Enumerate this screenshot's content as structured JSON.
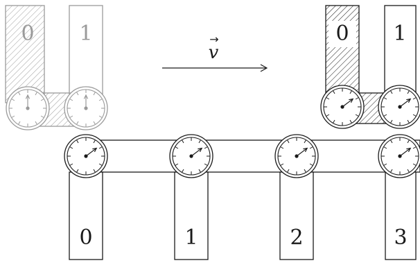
{
  "diagram": {
    "velocity_label": "v",
    "velocity_arrow": "→",
    "groups": {
      "faded_left": {
        "bars": [
          {
            "label": "0",
            "hatched": true
          },
          {
            "label": "1",
            "hatched": false
          }
        ],
        "clocks": [
          {
            "hand": "up"
          },
          {
            "hand": "up"
          }
        ]
      },
      "moving_right": {
        "bars": [
          {
            "label": "0",
            "hatched": true
          },
          {
            "label": "1",
            "hatched": false
          }
        ],
        "clocks": [
          {
            "hand": "up-right"
          },
          {
            "hand": "up-right"
          }
        ]
      },
      "bottom_row": {
        "bars": [
          {
            "label": "0"
          },
          {
            "label": "1"
          },
          {
            "label": "2"
          },
          {
            "label": "3"
          }
        ],
        "clocks": [
          {
            "hand": "up-right"
          },
          {
            "hand": "up-right"
          },
          {
            "hand": "up-right"
          },
          {
            "hand": "up-right"
          }
        ]
      }
    },
    "colors": {
      "ink": "#1a1a1a",
      "faded": "#9a9a9a",
      "background": "#ffffff"
    }
  }
}
